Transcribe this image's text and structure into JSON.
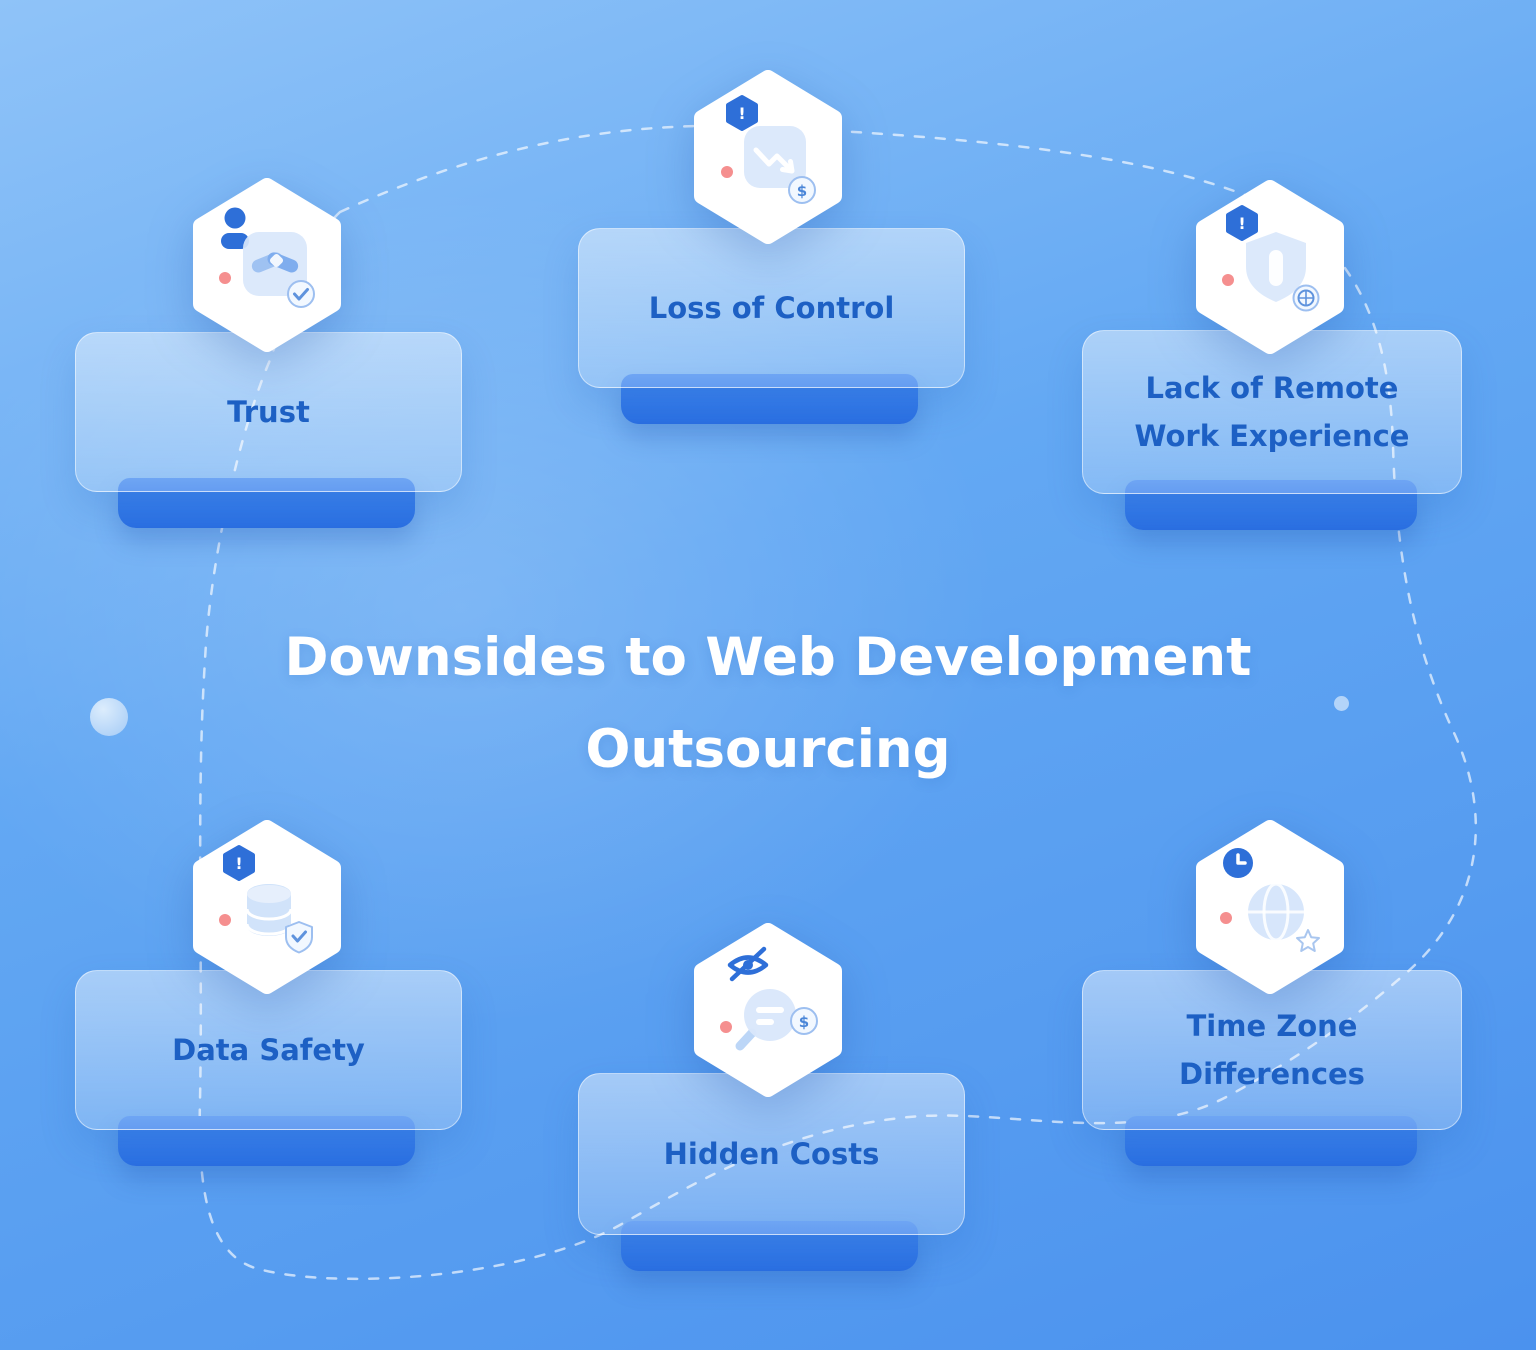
{
  "title": {
    "line1": "Downsides to Web Development",
    "line2": "Outsourcing"
  },
  "cards": [
    {
      "id": "trust",
      "label": "Trust",
      "icons": [
        "user-icon",
        "handshake-icon",
        "check-badge-icon",
        "alert-dot-icon"
      ]
    },
    {
      "id": "loss-of-control",
      "label": "Loss of Control",
      "icons": [
        "warning-hexagon-icon",
        "downtrend-arrow-icon",
        "dollar-badge-icon",
        "alert-dot-icon"
      ]
    },
    {
      "id": "lack-of-remote-work-experience",
      "label": "Lack of Remote Work Experience",
      "icons": [
        "warning-hexagon-icon",
        "shield-user-icon",
        "globe-badge-icon",
        "alert-dot-icon"
      ]
    },
    {
      "id": "data-safety",
      "label": "Data Safety",
      "icons": [
        "warning-hexagon-icon",
        "database-icon",
        "shield-check-badge-icon",
        "alert-dot-icon"
      ]
    },
    {
      "id": "hidden-costs",
      "label": "Hidden Costs",
      "icons": [
        "eye-off-icon",
        "magnifier-icon",
        "dollar-badge-icon",
        "alert-dot-icon"
      ]
    },
    {
      "id": "time-zone-differences",
      "label": "Time Zone Differences",
      "icons": [
        "clock-icon",
        "globe-icon",
        "star-badge-icon",
        "alert-dot-icon"
      ]
    }
  ],
  "colors": {
    "background_top": "#8fc3f8",
    "background_bottom": "#4b92ee",
    "card_glass": "rgba(255,255,255,0.32)",
    "accent_bar": "#2f7ce8",
    "label_text": "#1d60c4",
    "title_text": "#ffffff",
    "icon_blue": "#2e6fd8",
    "alert_red": "#f58a8a",
    "dashed_line": "rgba(255,255,255,0.65)"
  }
}
